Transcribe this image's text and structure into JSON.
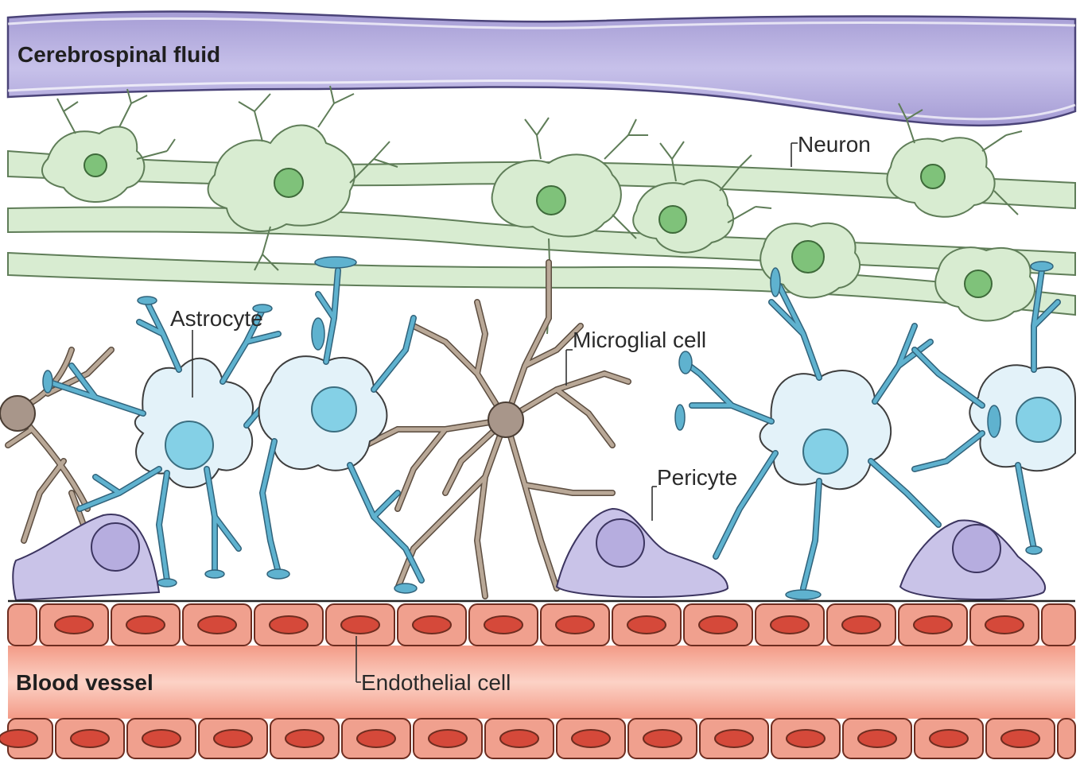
{
  "regions": {
    "csf": "Cerebrospinal fluid",
    "blood_vessel": "Blood vessel"
  },
  "labels": {
    "neuron": "Neuron",
    "astrocyte": "Astrocyte",
    "microglial_cell": "Microglial cell",
    "pericyte": "Pericyte",
    "endothelial_cell": "Endothelial cell"
  },
  "colors": {
    "csf": "#b7b0df",
    "neuron": "#d8ecd1",
    "astrocyte": "#e3f2f9",
    "microglia": "#b9a897",
    "pericyte": "#c9c3e8",
    "endothelium": "#f0a08e",
    "vessel_lumen": "#f6b7a4"
  }
}
